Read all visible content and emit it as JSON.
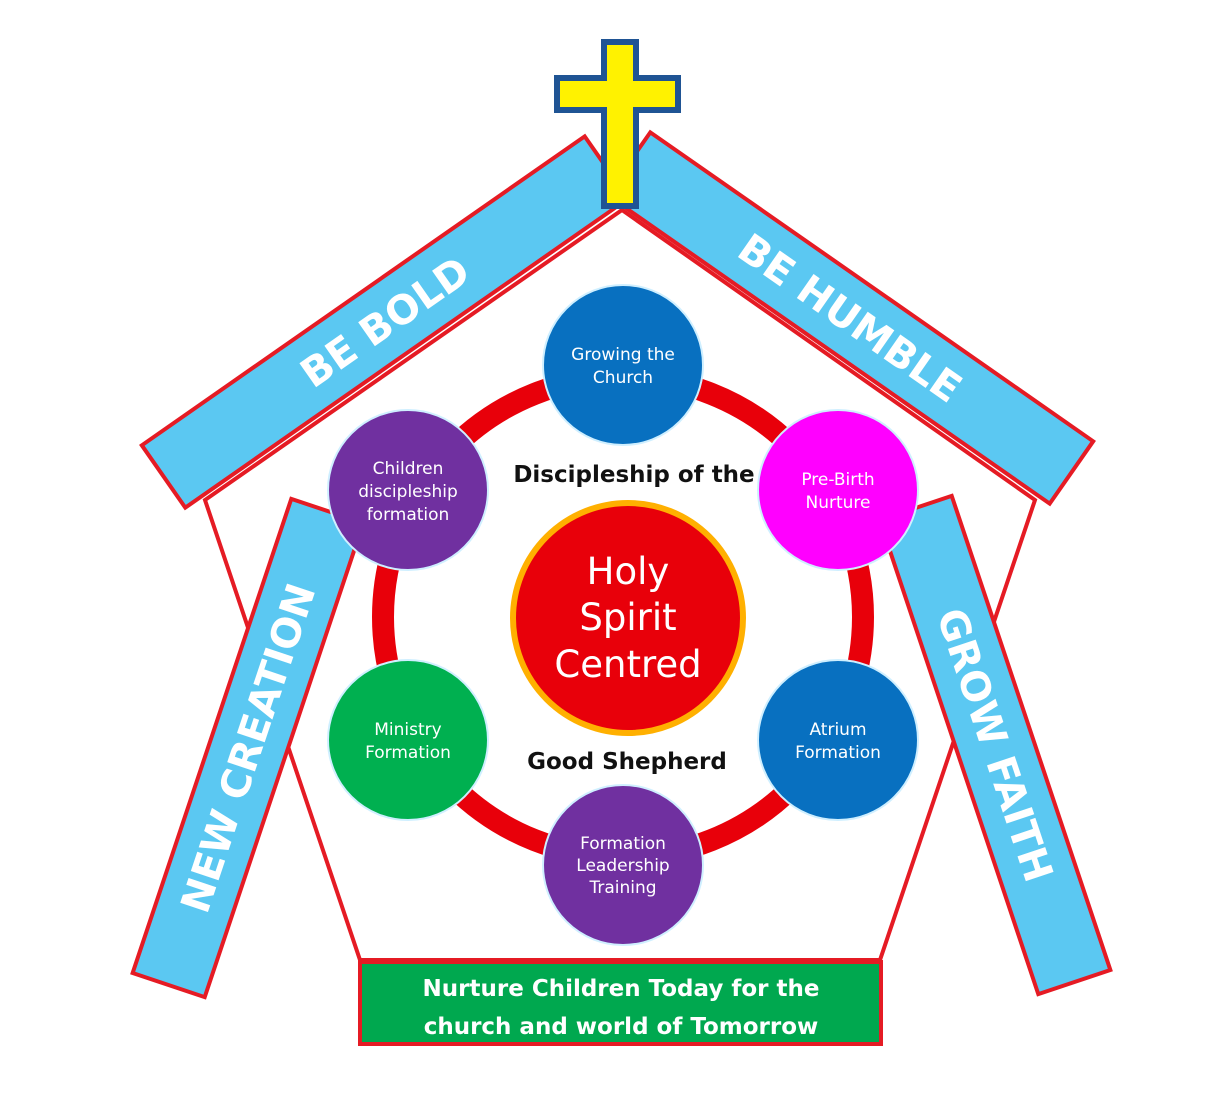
{
  "banners": {
    "top_left": "BE BOLD",
    "top_right": "BE HUMBLE",
    "left": "NEW CREATION",
    "right": "GROW FAITH"
  },
  "footer": {
    "line1": "Nurture Children Today for  the",
    "line2": "church and world of Tomorrow"
  },
  "center": {
    "line1": "Holy",
    "line2": "Spirit",
    "line3": "Centred"
  },
  "ring": {
    "top_label": "Discipleship of the",
    "bottom_label": "Good Shepherd"
  },
  "nodes": {
    "growing": {
      "line1": "Growing the",
      "line2": "Church",
      "color": "#0870C0"
    },
    "prebirth": {
      "line1": "Pre-Birth",
      "line2": "Nurture",
      "color": "#FF00FF"
    },
    "atrium": {
      "line1": "Atrium",
      "line2": "Formation",
      "color": "#0870C0"
    },
    "leadership": {
      "line1": "Formation",
      "line2": "Leadership",
      "line3": "Training",
      "color": "#7030A0"
    },
    "ministry": {
      "line1": "Ministry",
      "line2": "Formation",
      "color": "#00B050"
    },
    "children": {
      "line1": "Children",
      "line2": "discipleship",
      "line3": "formation",
      "color": "#7030A0"
    }
  },
  "colors": {
    "banner_fill": "#5BC8F2",
    "border_red": "#E51B24",
    "ring_red": "#E8000A",
    "center_fill": "#E8000A",
    "center_border": "#FFB000",
    "footer_fill": "#00A84F",
    "cross_fill": "#FFF200",
    "cross_outline": "#1F5494"
  }
}
